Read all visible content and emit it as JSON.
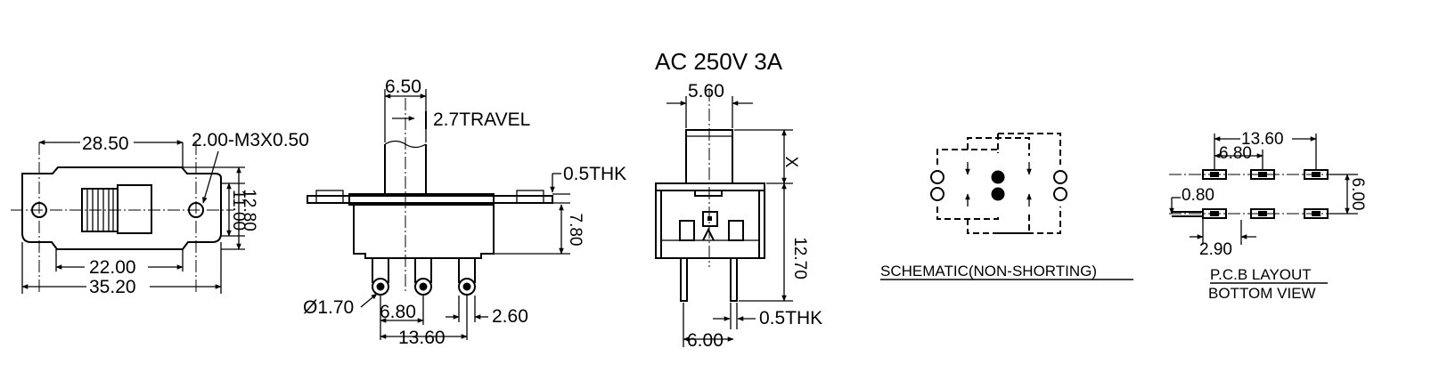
{
  "rating": "AC  250V  3A",
  "front_view": {
    "dim_width": "28.50",
    "dim_hole": "2.00-M3X0.50",
    "dim_inner_h": "11.00",
    "dim_outer_h": "12.80",
    "dim_hole_pitch": "22.00",
    "dim_total": "35.20"
  },
  "side_view": {
    "dim_actuator": "6.50",
    "dim_travel": "2.7TRAVEL",
    "dim_plate": "0.5THK",
    "dim_height": "7.80",
    "dim_hole_dia": "Ø1.70",
    "dim_pitch": "6.80",
    "dim_span": "13.60",
    "dim_pin": "2.60"
  },
  "end_view": {
    "dim_actuator": "5.60",
    "dim_x": "X",
    "dim_pin_len": "12.70",
    "dim_thk": "0.5THK",
    "dim_pin_spacing": "6.00"
  },
  "schematic": {
    "caption": "SCHEMATIC(NON-SHORTING)"
  },
  "pcb": {
    "dim_span": "13.60",
    "dim_pitch": "6.80",
    "dim_pad": "0.80",
    "dim_row": "6.00",
    "dim_offset": "2.90",
    "caption_1": "P.C.B LAYOUT",
    "caption_2": "BOTTOM VIEW"
  }
}
